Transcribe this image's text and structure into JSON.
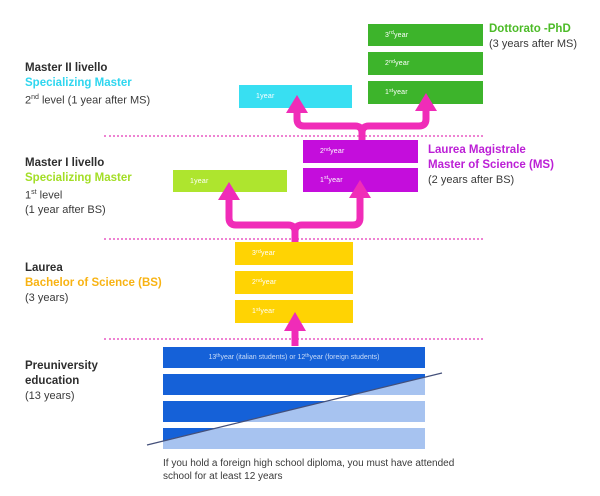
{
  "palette": {
    "green": "#3DB42B",
    "green_text": "#4CBB27",
    "cyan": "#38DFF2",
    "cyan_text": "#2FD6EF",
    "lime": "#AEE52E",
    "lime_text": "#A3DE26",
    "magenta": "#C40DDC",
    "magenta_text": "#BC1FD6",
    "yellow": "#FFD303",
    "yellow_text": "#F8B313",
    "blue": "#1561D8",
    "lightblue": "#A7C3F0",
    "arrow_pink": "#F02CB8",
    "dotted_pink": "#EE82D2",
    "ink": "#2E2E2E"
  },
  "left_labels": {
    "master2": {
      "title": "Master II livello",
      "subtitle": "Specializing Master",
      "detail_pre": "2",
      "detail_sup": "nd",
      "detail_post": " level (1 year after MS)"
    },
    "master1": {
      "title": "Master I livello",
      "subtitle": "Specializing Master",
      "detail_pre": "1",
      "detail_sup": "st",
      "detail_post": " level",
      "detail2": "(1 year after BS)"
    },
    "laurea": {
      "title": "Laurea",
      "subtitle": "Bachelor of Science (BS)",
      "detail": "(3 years)"
    },
    "preuniversity": {
      "title1": "Preuniversity",
      "title2": "education",
      "detail": "(13 years)"
    }
  },
  "right_labels": {
    "phd": {
      "title": "Dottorato -PhD",
      "detail": "(3 years after MS)"
    },
    "ms": {
      "title1": "Laurea Magistrale",
      "title2": "Master of Science (MS)",
      "detail": "(2 years after BS)"
    }
  },
  "boxes": {
    "phd": [
      {
        "num": "3",
        "sup": "rd",
        "rest": " year"
      },
      {
        "num": "2",
        "sup": "nd",
        "rest": " year"
      },
      {
        "num": "1",
        "sup": "st",
        "rest": " year"
      }
    ],
    "master2": [
      {
        "num": "1",
        "sup": "",
        "rest": " year"
      }
    ],
    "ms": [
      {
        "num": "2",
        "sup": "nd",
        "rest": " year"
      },
      {
        "num": "1",
        "sup": "st",
        "rest": " year"
      }
    ],
    "master1": [
      {
        "num": "1",
        "sup": "",
        "rest": " year"
      }
    ],
    "laurea": [
      {
        "num": "3",
        "sup": "rd",
        "rest": " year"
      },
      {
        "num": "2",
        "sup": "nd",
        "rest": " year"
      },
      {
        "num": "1",
        "sup": "st",
        "rest": " year"
      }
    ]
  },
  "preuniversity": {
    "bar1": {
      "p1": "13",
      "s1": "th",
      "p2": " year (italian students) or 12",
      "s2": "th",
      "p3": " year (foreign students)"
    },
    "caption": "If you hold a foreign high school diploma, you must have attended school for at least 12 years"
  }
}
